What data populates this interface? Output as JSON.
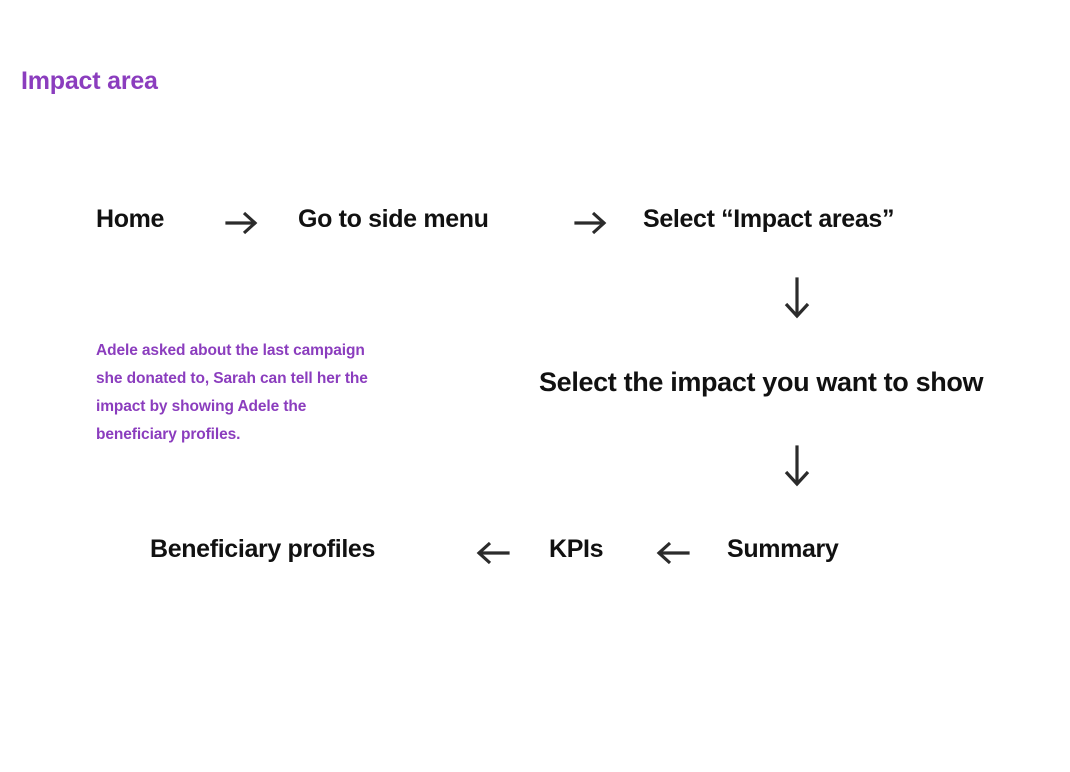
{
  "page": {
    "title": "Impact area",
    "title_color": "#8b3dbe",
    "background_color": "#ffffff",
    "text_color": "#111111",
    "arrow_color": "#2b2b2b"
  },
  "flow": {
    "row_top": {
      "steps": [
        {
          "label": "Home"
        },
        {
          "label": "Go to side menu"
        },
        {
          "label": "Select “Impact areas”"
        }
      ],
      "connector_icon": "arrow-right-icon"
    },
    "row_middle": {
      "steps": [
        {
          "label": "Select the impact you want to show"
        }
      ]
    },
    "row_bottom": {
      "steps": [
        {
          "label": "Beneficiary profiles"
        },
        {
          "label": "KPIs"
        },
        {
          "label": "Summary"
        }
      ],
      "connector_icon": "arrow-left-icon"
    },
    "vertical_connector_icon": "arrow-down-icon"
  },
  "annotation": {
    "color": "#8b3dbe",
    "lines": [
      "Adele asked about the last campaign",
      "she donated to, Sarah can tell her the",
      "impact by showing Adele the",
      "beneficiary profiles."
    ]
  }
}
